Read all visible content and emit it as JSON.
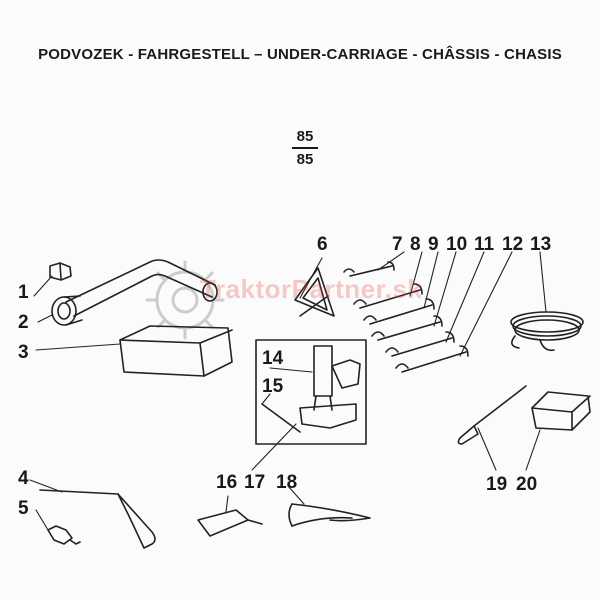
{
  "header": {
    "title": "PODVOZEK - FAHRGESTELL – UNDER-CARRIAGE - CHÂSSIS - CHASIS",
    "ref_numerator": "85",
    "ref_denominator": "85"
  },
  "watermark": {
    "text": "TraktorPartner.sk",
    "color": "#e64646"
  },
  "callouts": [
    "1",
    "2",
    "3",
    "4",
    "5",
    "6",
    "7",
    "8",
    "9",
    "10",
    "11",
    "12",
    "13",
    "14",
    "15",
    "16",
    "17",
    "18",
    "19",
    "20"
  ]
}
